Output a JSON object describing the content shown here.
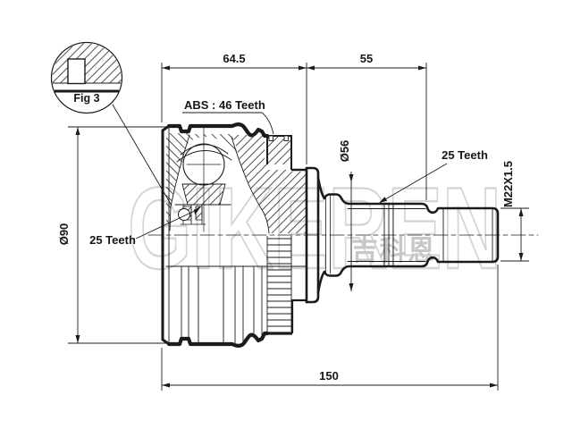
{
  "figure": {
    "label": "Fig 3"
  },
  "dimensions": {
    "width_left": "64.5",
    "width_right": "55",
    "abs_ring": "ABS : 46 Teeth",
    "shoulder_diameter": "Ø56",
    "shaft_spline_teeth": "25 Teeth",
    "thread": "M22X1.5",
    "bell_diameter": "Ø90",
    "hub_spline_teeth": "25 Teeth",
    "overall_length": "150"
  },
  "watermark": {
    "latin": "GIKEREN",
    "cjk": "吉科恩"
  },
  "colors": {
    "line": "#1b1b1b",
    "watermark": "#d5d5d5",
    "background": "#ffffff"
  }
}
